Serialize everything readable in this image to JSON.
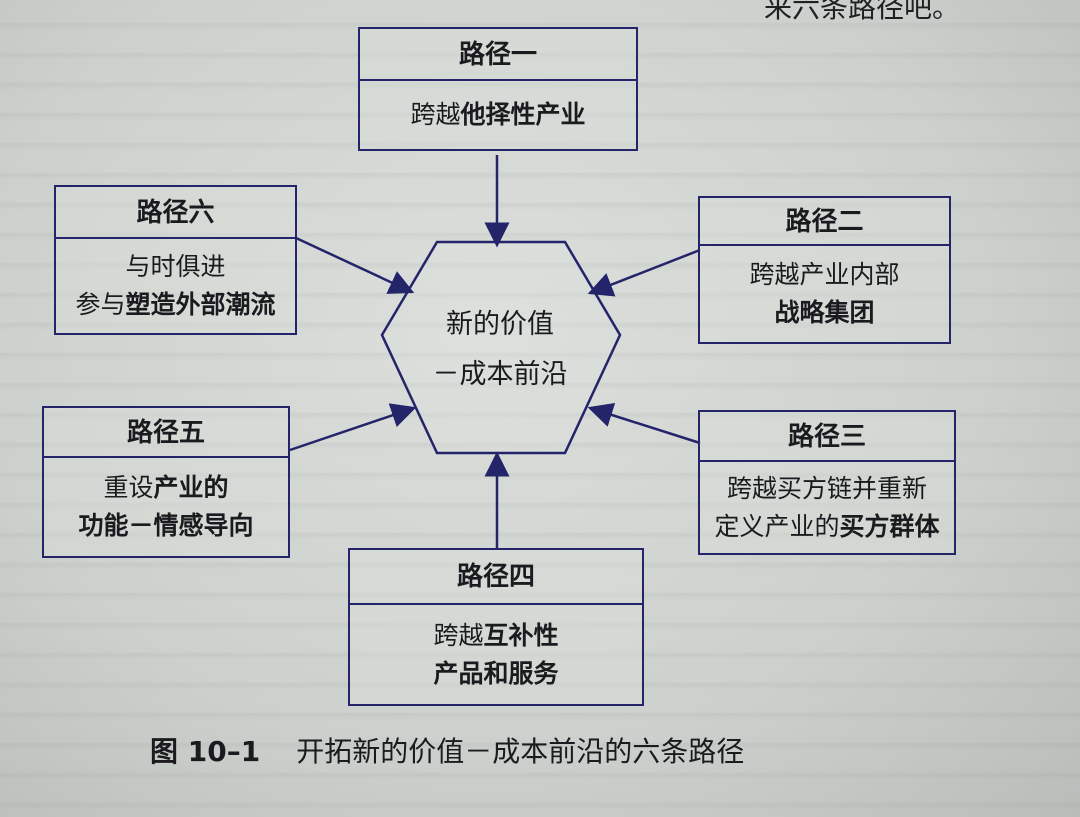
{
  "top_text": "来六条路径吧。",
  "center": {
    "line1": "新的价值",
    "line2": "－成本前沿"
  },
  "paths": [
    {
      "id": "p1",
      "title": "路径一",
      "body_lines": [
        [
          {
            "t": "跨越"
          },
          {
            "t": "他择性产业",
            "b": true
          }
        ]
      ]
    },
    {
      "id": "p2",
      "title": "路径二",
      "body_lines": [
        [
          {
            "t": "跨越产业内部"
          }
        ],
        [
          {
            "t": "战略集团",
            "b": true
          }
        ]
      ]
    },
    {
      "id": "p3",
      "title": "路径三",
      "body_lines": [
        [
          {
            "t": "跨越买方链并重新"
          }
        ],
        [
          {
            "t": "定义产业的"
          },
          {
            "t": "买方群体",
            "b": true
          }
        ]
      ]
    },
    {
      "id": "p4",
      "title": "路径四",
      "body_lines": [
        [
          {
            "t": "跨越"
          },
          {
            "t": "互补性",
            "b": true
          }
        ],
        [
          {
            "t": "产品和服务",
            "b": true
          }
        ]
      ]
    },
    {
      "id": "p5",
      "title": "路径五",
      "body_lines": [
        [
          {
            "t": "重设"
          },
          {
            "t": "产业的",
            "b": true
          }
        ],
        [
          {
            "t": "功能－情感导向",
            "b": true
          }
        ]
      ]
    },
    {
      "id": "p6",
      "title": "路径六",
      "body_lines": [
        [
          {
            "t": "与时俱进"
          }
        ],
        [
          {
            "t": "参与"
          },
          {
            "t": "塑造外部潮流",
            "b": true
          }
        ]
      ]
    }
  ],
  "caption": {
    "number": "图 10–1",
    "text": "开拓新的价值－成本前沿的六条路径"
  },
  "colors": {
    "line": "#23246a",
    "text": "#1b1b1f"
  }
}
